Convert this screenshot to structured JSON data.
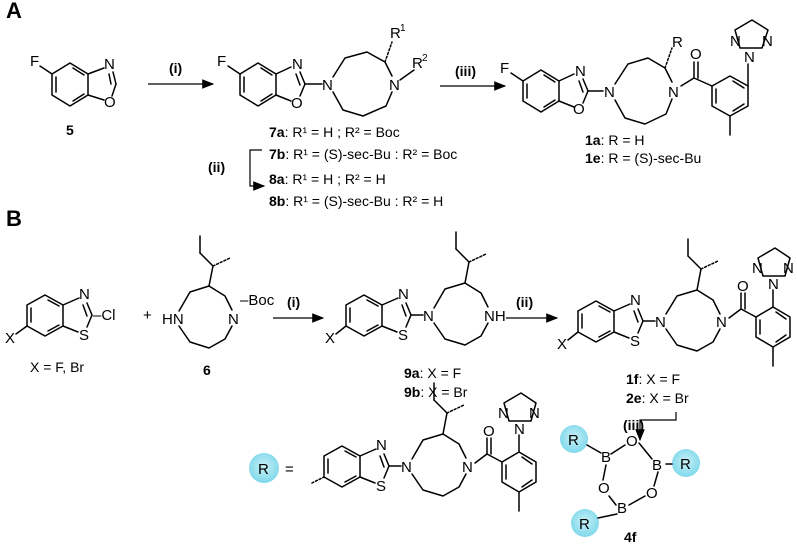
{
  "panels": {
    "a": "A",
    "b": "B"
  },
  "steps": {
    "i": "(i)",
    "ii": "(ii)",
    "iii": "(iii)"
  },
  "compounds": {
    "c5": "5",
    "c6": "6",
    "c1a": "1a",
    "c1e": "1e",
    "c1f": "1f",
    "c2e": "2e",
    "c7a": "7a",
    "c7b": "7b",
    "c8a": "8a",
    "c8b": "8b",
    "c9a": "9a",
    "c9b": "9b",
    "c4f": "4f"
  },
  "captions": {
    "c7a": ": R¹ = H ; R² = Boc",
    "c7b": ": R¹ = (S)-sec-Bu : R² = Boc",
    "c8a": ": R¹ = H ; R² = H",
    "c8b": ": R¹ = (S)-sec-Bu : R² = H",
    "c1a": ":  R = H",
    "c1e": ":  R = (S)-sec-Bu",
    "c9a": ":  X = F",
    "c9b": ":  X = Br",
    "c1f": ":  X = F",
    "c2e": ": X = Br",
    "x_options": "X = F, Br",
    "r_equals": "="
  },
  "atoms": {
    "F": "F",
    "N": "N",
    "O": "O",
    "S": "S",
    "X": "X",
    "Cl": "Cl",
    "R": "R",
    "R1": "R",
    "R2": "R",
    "sup1": "1",
    "sup2": "2",
    "B": "B",
    "HN": "HN",
    "NH": "NH",
    "Boc": "Boc",
    "NBoc": "N",
    "plus": "+",
    "dash_cl": "–Cl",
    "dash_boc": "–Boc"
  },
  "colors": {
    "r_circle": "#7fd8ea",
    "r_circle_edge": "#c8f0f8"
  }
}
